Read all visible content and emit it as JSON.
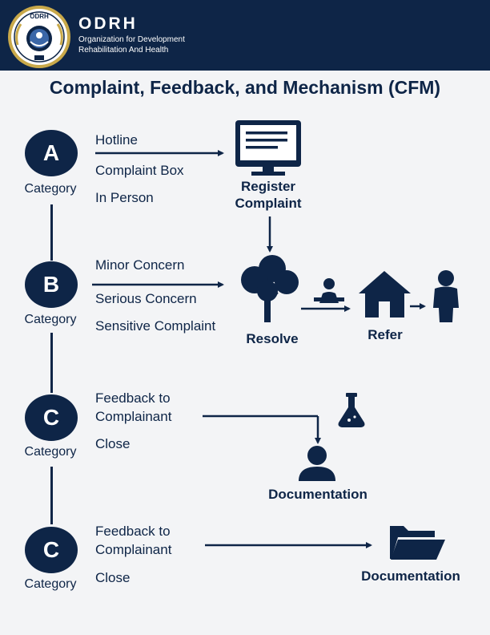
{
  "header": {
    "logo_text": "ODRH",
    "brand": "ODRH",
    "subtitle_line1": "Organization for Development",
    "subtitle_line2": "Rehabilitation And Health"
  },
  "title": "Complaint, Feedback, and Mechanism (CFM)",
  "colors": {
    "navy": "#0e2547",
    "background": "#f3f4f6",
    "gold": "#c9a94a"
  },
  "sections": [
    {
      "letter": "A",
      "category_label": "Category",
      "items": [
        "Hotline",
        "Complaint Box",
        "In Person"
      ]
    },
    {
      "letter": "B",
      "category_label": "Category",
      "items": [
        "Minor Concern",
        "Serious Concern",
        "Sensitive Complaint"
      ]
    },
    {
      "letter": "C",
      "category_label": "Category",
      "items": [
        "Feedback to",
        "Complainant",
        "Close"
      ]
    },
    {
      "letter": "C",
      "category_label": "Category",
      "items": [
        "Feedback to",
        "Complainant",
        "Close"
      ]
    }
  ],
  "nodes": {
    "register": [
      "Register",
      "Complaint"
    ],
    "resolve": "Resolve",
    "refer": "Refer",
    "documentation_c1": "Documentation",
    "documentation_c2": "Documentation"
  },
  "icons": [
    "monitor-icon",
    "tree-icon",
    "person-at-desk-icon",
    "house-icon",
    "person-icon",
    "flask-icon",
    "user-icon",
    "folder-icon"
  ]
}
